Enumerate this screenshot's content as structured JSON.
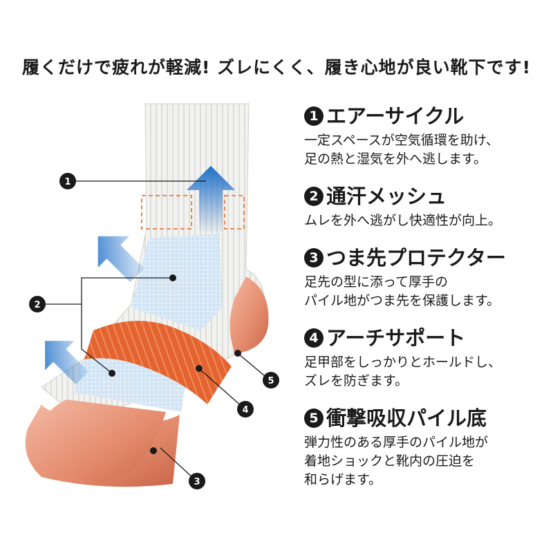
{
  "headline": "履くだけで疲れが軽減!  ズレにくく、履き心地が良い靴下です!",
  "features": [
    {
      "number": "1",
      "title": "エアーサイクル",
      "desc": "一定スペースが空気循環を助け、\n足の熱と湿気を外へ逃します。"
    },
    {
      "number": "2",
      "title": "通汗メッシュ",
      "desc": "ムレを外へ逃がし快適性が向上。"
    },
    {
      "number": "3",
      "title": "つま先プロテクター",
      "desc": "足先の型に添って厚手の\nパイル地がつま先を保護します。"
    },
    {
      "number": "4",
      "title": "アーチサポート",
      "desc": "足甲部をしっかりとホールドし、\nズレを防ぎます。"
    },
    {
      "number": "5",
      "title": "衝撃吸収パイル底",
      "desc": "弾力性のある厚手のパイル地が\n着地ショックと靴内の圧迫を\n和らげます。"
    }
  ],
  "callouts": [
    "1",
    "2",
    "3",
    "4",
    "5"
  ],
  "colors": {
    "text": "#1a1a1a",
    "arrow_blue": "#1f6fc8",
    "band_orange": "#e0602a",
    "mesh_blue": "#bcd9f0",
    "sole_skin": "#e8957a"
  }
}
